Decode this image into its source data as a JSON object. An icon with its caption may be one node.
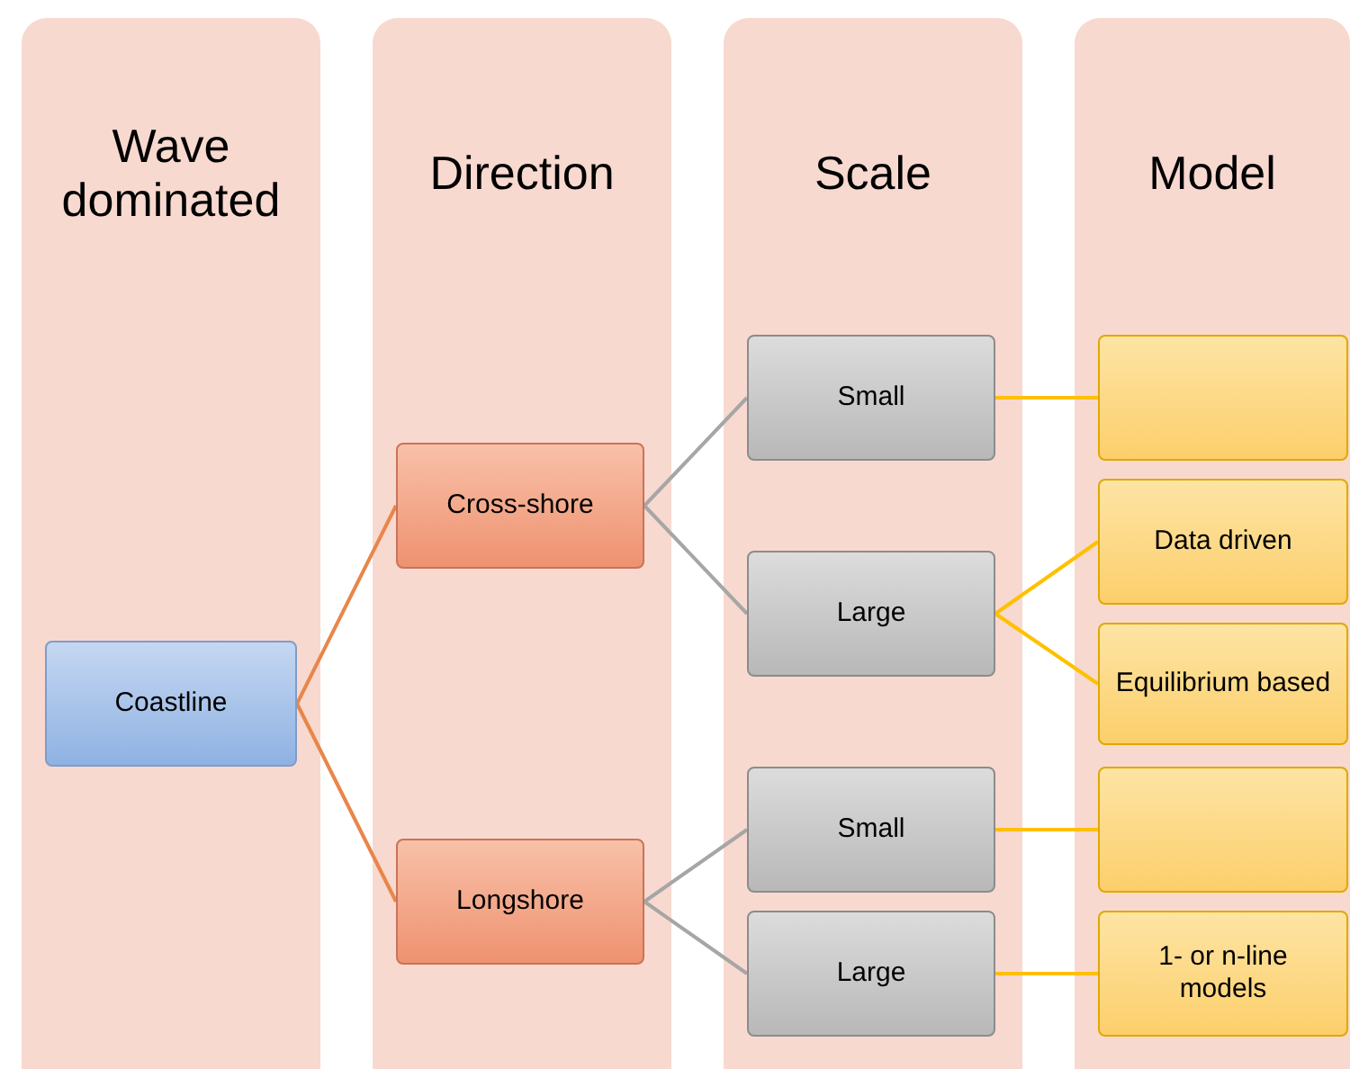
{
  "diagram": {
    "nodes": [
      {
        "text": [
          "Wave dominated"
        ]
      },
      {
        "text": [
          "Coastline"
        ],
        "in": 0
      },
      {
        "text": [
          "Direction"
        ]
      },
      {
        "text": [
          "Cross-shore"
        ],
        "in": 2
      },
      {
        "text": [
          "Longshore"
        ],
        "in": 2
      },
      {
        "text": [
          "Scale"
        ]
      },
      {
        "text": [
          "Small"
        ],
        "in": 5
      },
      {
        "text": [
          "Large"
        ],
        "in": 5
      },
      {
        "text": [
          "Small"
        ],
        "in": 5
      },
      {
        "text": [
          "Large"
        ],
        "in": 5
      },
      {
        "text": [
          "Model"
        ]
      },
      {
        "text": [],
        "shape": "box",
        "in": 10
      },
      {
        "text": [
          "Data driven"
        ],
        "in": 10
      },
      {
        "text": [
          "Equilibrium based"
        ],
        "in": 10
      },
      {
        "text": [],
        "shape": "box",
        "in": 10
      },
      {
        "text": [
          "1- or n-line models"
        ],
        "in": 10
      }
    ],
    "edges": [
      {
        "from": 1,
        "to": 3,
        "arrow": "none",
        "color": "#e8864a"
      },
      {
        "from": 1,
        "to": 4,
        "arrow": "none",
        "color": "#e8864a"
      },
      {
        "from": 3,
        "to": 6,
        "arrow": "none",
        "color": "#a6a6a6"
      },
      {
        "from": 3,
        "to": 7,
        "arrow": "none",
        "color": "#a6a6a6"
      },
      {
        "from": 4,
        "to": 8,
        "arrow": "none",
        "color": "#a6a6a6"
      },
      {
        "from": 4,
        "to": 9,
        "arrow": "none",
        "color": "#a6a6a6"
      },
      {
        "from": 6,
        "to": 11,
        "arrow": "none"
      },
      {
        "from": 7,
        "to": 12,
        "arrow": "none"
      },
      {
        "from": 7,
        "to": 13,
        "arrow": "none"
      },
      {
        "from": 8,
        "to": 14,
        "arrow": "none"
      },
      {
        "from": 9,
        "to": 15,
        "arrow": "none"
      }
    ]
  }
}
